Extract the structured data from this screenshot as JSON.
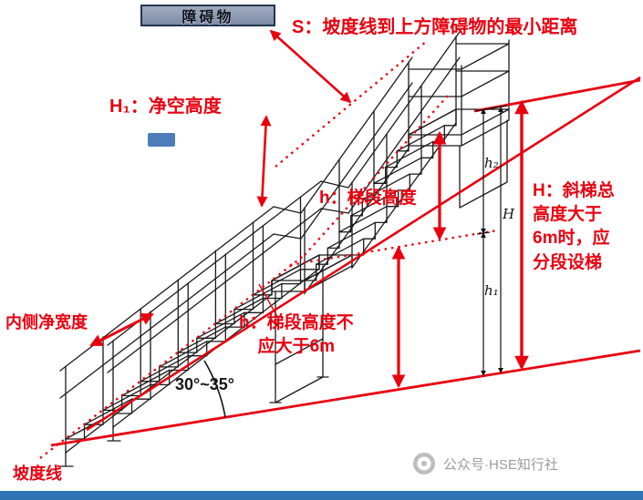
{
  "colors": {
    "annotation_red": "#e8000f",
    "linework_black": "#1a1a1a",
    "obstacle_fill": "#8b99b1",
    "obstacle_border": "#1f3550",
    "embedded_logo_blue": "#3a6fb0",
    "watermark_gray": "#9c9c9c",
    "bottom_bar_blue": "#2e74b5"
  },
  "icons": {
    "watermark_logo": "circle-logo"
  },
  "diagram": {
    "obstacle_label": "障碍物",
    "s_annotation": "S：坡度线到上方障碍物的最小距离",
    "h1_annotation": "H₁：净空高度",
    "flight_height_annotation": "h：梯段高度",
    "total_height_annotation": "H：斜梯总\n高度大于\n6m时，应\n分段设梯",
    "flight_height_limit_annotation": "h：梯段高度不\n应大于6m",
    "inner_width_annotation": "内侧净宽度",
    "angle_annotation": "30°~35°",
    "slope_line_annotation": "坡度线",
    "dim_h2": "h₂",
    "dim_H": "H",
    "dim_h1": "h₁"
  },
  "footer": {
    "watermark": "公众号·HSE知行社"
  }
}
